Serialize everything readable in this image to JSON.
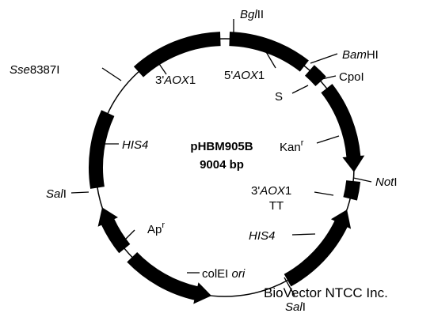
{
  "plasmid": {
    "name": "pHBM905B",
    "size": "9004 bp"
  },
  "sites": {
    "bglii": {
      "italic": "Bgl",
      "normal": "II"
    },
    "bamhi": {
      "italic": "Bam",
      "normal": "HI"
    },
    "cpoi": {
      "italic": "",
      "normal": "CpoI"
    },
    "noti": {
      "italic": "Not",
      "normal": "I"
    },
    "sali_bottom": {
      "italic": "Sal",
      "normal": "I"
    },
    "sali_left": {
      "italic": "Sal",
      "normal": "I"
    },
    "sse8387i": {
      "italic": "Sse",
      "normal": "8387I"
    }
  },
  "features": {
    "aox1_3_top": {
      "prefix": "3'",
      "italic": "AOX",
      "suffix": "1"
    },
    "aox1_5_top": {
      "prefix": "5'",
      "italic": "AOX",
      "suffix": "1"
    },
    "s_label": "S",
    "kan": {
      "main": "Kan",
      "sup": "r"
    },
    "aox1_3_tt": {
      "prefix": "3'",
      "italic": "AOX",
      "suffix": "1",
      "line2": "TT"
    },
    "his4_right": "HIS4",
    "his4_left": "HIS4",
    "amp": {
      "main": "Ap",
      "sup": "r"
    },
    "colei": {
      "normal": "colEI ",
      "italic": "ori"
    }
  },
  "watermark": "BioVector NTCC Inc.",
  "colors": {
    "ink": "#000000",
    "background": "#ffffff"
  }
}
